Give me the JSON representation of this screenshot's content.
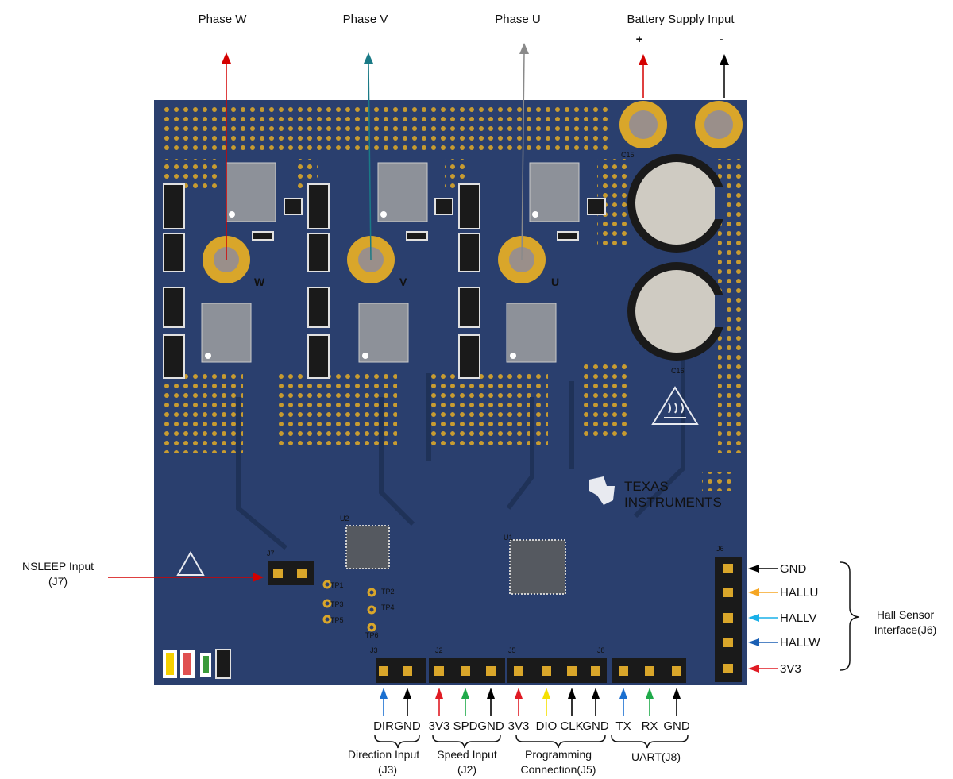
{
  "labels": {
    "phase_w": "Phase W",
    "phase_v": "Phase V",
    "phase_u": "Phase U",
    "battery": "Battery Supply Input",
    "battery_plus": "+",
    "battery_minus": "-",
    "nsleep_line1": "NSLEEP Input",
    "nsleep_line2": "(J7)",
    "hall_line1": "Hall Sensor",
    "hall_line2": "Interface(J6)"
  },
  "hall_pins": [
    {
      "label": "GND",
      "color": "#000000"
    },
    {
      "label": "HALLU",
      "color": "#f5a623"
    },
    {
      "label": "HALLV",
      "color": "#1ab0e8"
    },
    {
      "label": "HALLW",
      "color": "#1a5fb4"
    },
    {
      "label": "3V3",
      "color": "#e01b24"
    }
  ],
  "bottom_pins": [
    {
      "label": "DIR",
      "color": "#1a6fd0"
    },
    {
      "label": "GND",
      "color": "#000000"
    },
    {
      "label": "3V3",
      "color": "#e01b24"
    },
    {
      "label": "SPD",
      "color": "#1faa4a"
    },
    {
      "label": "GND",
      "color": "#000000"
    },
    {
      "label": "3V3",
      "color": "#e01b24"
    },
    {
      "label": "DIO",
      "color": "#f5e000"
    },
    {
      "label": "CLK",
      "color": "#000000"
    },
    {
      "label": "GND",
      "color": "#000000"
    },
    {
      "label": "TX",
      "color": "#1a6fd0"
    },
    {
      "label": "RX",
      "color": "#1faa4a"
    },
    {
      "label": "GND",
      "color": "#000000"
    }
  ],
  "groups": [
    {
      "line1": "Direction Input",
      "line2": "(J3)"
    },
    {
      "line1": "Speed Input",
      "line2": "(J2)"
    },
    {
      "line1": "Programming",
      "line2": "Connection(J5)"
    },
    {
      "line1": "UART(J8)",
      "line2": ""
    }
  ],
  "board": {
    "brand_line1": "TEXAS",
    "brand_line2": "INSTRUMENTS",
    "phase_letters": [
      "W",
      "V",
      "U"
    ],
    "connectors": [
      "J7",
      "J3",
      "J2",
      "J5",
      "J8",
      "J6"
    ],
    "test_points": [
      "TP1",
      "TP2",
      "TP3",
      "TP4",
      "TP5",
      "TP6"
    ],
    "chips": [
      "U2",
      "U1"
    ],
    "caps": [
      "C15",
      "C16"
    ]
  },
  "colors": {
    "pcb": "#2a3f6e",
    "pad": "#d9a62a",
    "phase_w_arrow": "#d40000",
    "phase_v_arrow": "#1a7a86",
    "phase_u_arrow": "#8a8a8a",
    "battery_plus_arrow": "#d40000",
    "battery_minus_arrow": "#000000",
    "nsleep_arrow": "#d40000"
  }
}
